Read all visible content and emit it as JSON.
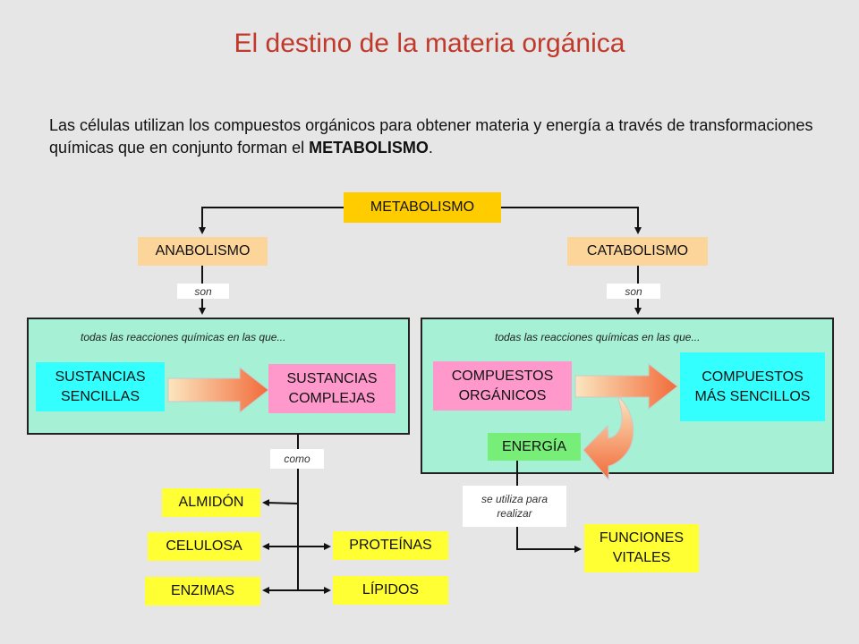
{
  "title": "El destino de la materia orgánica",
  "intro": {
    "text_before": "Las células utilizan los compuestos orgánicos para obtener materia y energía a través de transformaciones químicas que en conjunto forman el ",
    "emphasis": "METABOLISMO",
    "text_after": "."
  },
  "diagram": {
    "root": "METABOLISMO",
    "anabolismo": {
      "label": "ANABOLISMO",
      "connector": "son",
      "caption": "todas las reacciones químicas en las que...",
      "from": "SUSTANCIAS SENCILLAS",
      "to": "SUSTANCIAS COMPLEJAS",
      "examples_connector": "como",
      "examples_left": [
        "ALMIDÓN",
        "CELULOSA",
        "ENZIMAS"
      ],
      "examples_right": [
        "PROTEÍNAS",
        "LÍPIDOS"
      ]
    },
    "catabolismo": {
      "label": "CATABOLISMO",
      "connector": "son",
      "caption": "todas las reacciones químicas en las que...",
      "from": "COMPUESTOS ORGÁNICOS",
      "to": "COMPUESTOS MÁS SENCILLOS",
      "energy": "ENERGÍA",
      "use_connector": "se utiliza para realizar",
      "use_target": "FUNCIONES VITALES"
    }
  },
  "colors": {
    "title": "#c0392b",
    "root_box": "#ffcc00",
    "branch_box": "#fcd59a",
    "panel": "#a6f0d5",
    "simple_box": "#33ffff",
    "complex_box": "#ff99cc",
    "energy_box": "#77ee77",
    "example_box": "#ffff33"
  }
}
